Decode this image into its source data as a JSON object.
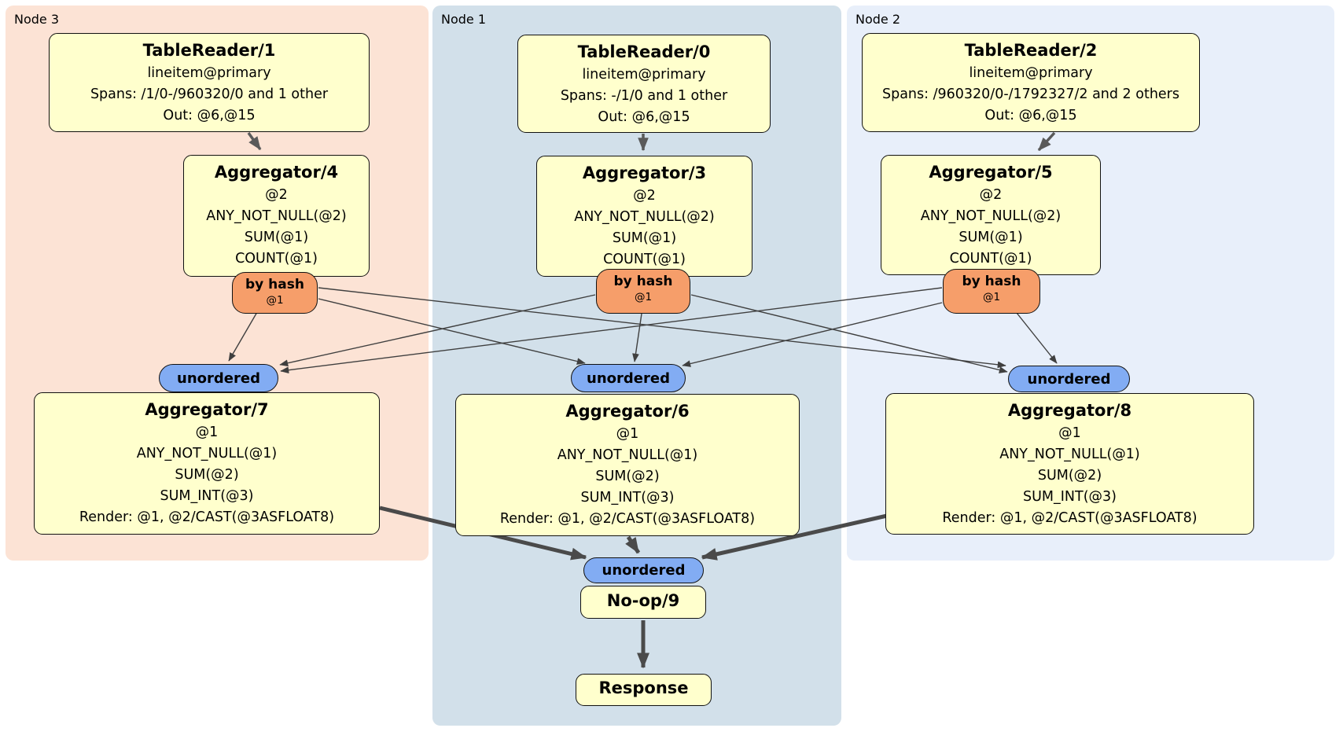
{
  "palette": {
    "page_bg": "#ffffff",
    "node3_bg": "#FCE3D5",
    "node1_bg": "#D2E0EA",
    "node2_bg": "#E8EFFA",
    "processor_fill": "#FFFFCD",
    "router_fill": "#F69E6A",
    "sync_fill": "#82ACF3",
    "border": "#111111",
    "edge_thin": "#3F3F3F",
    "edge_medium": "#5A5A5A",
    "edge_thick": "#4A4A4A"
  },
  "regions": {
    "node3": {
      "label": "Node 3"
    },
    "node1": {
      "label": "Node 1"
    },
    "node2": {
      "label": "Node 2"
    }
  },
  "p": {
    "tr1": {
      "title": "TableReader/1",
      "lines": [
        "lineitem@primary",
        "Spans: /1/0-/960320/0 and 1 other",
        "Out: @6,@15"
      ]
    },
    "tr0": {
      "title": "TableReader/0",
      "lines": [
        "lineitem@primary",
        "Spans: -/1/0 and 1 other",
        "Out: @6,@15"
      ]
    },
    "tr2": {
      "title": "TableReader/2",
      "lines": [
        "lineitem@primary",
        "Spans: /960320/0-/1792327/2 and 2 others",
        "Out: @6,@15"
      ]
    },
    "agg4": {
      "title": "Aggregator/4",
      "lines": [
        "@2",
        "ANY_NOT_NULL(@2)",
        "SUM(@1)",
        "COUNT(@1)"
      ]
    },
    "agg3": {
      "title": "Aggregator/3",
      "lines": [
        "@2",
        "ANY_NOT_NULL(@2)",
        "SUM(@1)",
        "COUNT(@1)"
      ]
    },
    "agg5": {
      "title": "Aggregator/5",
      "lines": [
        "@2",
        "ANY_NOT_NULL(@2)",
        "SUM(@1)",
        "COUNT(@1)"
      ]
    },
    "agg7": {
      "title": "Aggregator/7",
      "lines": [
        "@1",
        "ANY_NOT_NULL(@1)",
        "SUM(@2)",
        "SUM_INT(@3)",
        "Render: @1, @2/CAST(@3ASFLOAT8)"
      ]
    },
    "agg6": {
      "title": "Aggregator/6",
      "lines": [
        "@1",
        "ANY_NOT_NULL(@1)",
        "SUM(@2)",
        "SUM_INT(@3)",
        "Render: @1, @2/CAST(@3ASFLOAT8)"
      ]
    },
    "agg8": {
      "title": "Aggregator/8",
      "lines": [
        "@1",
        "ANY_NOT_NULL(@1)",
        "SUM(@2)",
        "SUM_INT(@3)",
        "Render: @1, @2/CAST(@3ASFLOAT8)"
      ]
    },
    "noop": {
      "title": "No-op/9"
    },
    "response": {
      "title": "Response"
    }
  },
  "routers": {
    "hash4": {
      "label": "by hash",
      "detail": "@1"
    },
    "hash3": {
      "label": "by hash",
      "detail": "@1"
    },
    "hash5": {
      "label": "by hash",
      "detail": "@1"
    }
  },
  "syncs": {
    "left": {
      "label": "unordered"
    },
    "mid": {
      "label": "unordered"
    },
    "right": {
      "label": "unordered"
    },
    "final": {
      "label": "unordered"
    }
  },
  "edges": [
    {
      "from": "TableReader/1",
      "to": "Aggregator/4"
    },
    {
      "from": "TableReader/0",
      "to": "Aggregator/3"
    },
    {
      "from": "TableReader/2",
      "to": "Aggregator/5"
    },
    {
      "from": "by hash/4",
      "to": "unordered-left"
    },
    {
      "from": "by hash/4",
      "to": "unordered-mid"
    },
    {
      "from": "by hash/4",
      "to": "unordered-right"
    },
    {
      "from": "by hash/3",
      "to": "unordered-left"
    },
    {
      "from": "by hash/3",
      "to": "unordered-mid"
    },
    {
      "from": "by hash/3",
      "to": "unordered-right"
    },
    {
      "from": "by hash/5",
      "to": "unordered-left"
    },
    {
      "from": "by hash/5",
      "to": "unordered-mid"
    },
    {
      "from": "by hash/5",
      "to": "unordered-right"
    },
    {
      "from": "Aggregator/7",
      "to": "unordered-final"
    },
    {
      "from": "Aggregator/6",
      "to": "unordered-final"
    },
    {
      "from": "Aggregator/8",
      "to": "unordered-final"
    },
    {
      "from": "No-op/9",
      "to": "Response"
    }
  ]
}
